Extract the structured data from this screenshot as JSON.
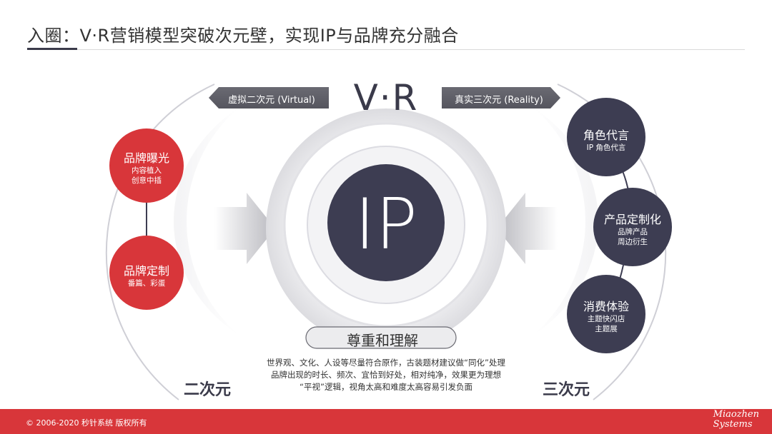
{
  "title": "入圈：V·R营销模型突破次元壁，实现IP与品牌充分融合",
  "center": {
    "vr": "V·R",
    "ip": "IP",
    "left_banner": "虚拟二次元 (Virtual)",
    "right_banner": "真实三次元 (Reality)"
  },
  "left_circles": [
    {
      "title": "品牌曝光",
      "lines": [
        "内容植入",
        "创意中插"
      ]
    },
    {
      "title": "品牌定制",
      "lines": [
        "番篇、彩蛋"
      ]
    }
  ],
  "right_circles": [
    {
      "title": "角色代言",
      "lines": [
        "IP 角色代言"
      ]
    },
    {
      "title": "产品定制化",
      "lines": [
        "品牌产品",
        "周边衍生"
      ]
    },
    {
      "title": "消费体验",
      "lines": [
        "主题快闪店",
        "主题展"
      ]
    }
  ],
  "respect": {
    "title": "尊重和理解",
    "lines": [
      "世界观、文化、人设等尽量符合原作，古装题材建议做“同化”处理",
      "品牌出现的时长、频次、宜恰到好处，相对纯净，效果更为理想",
      "“平视”逻辑，视角太高和难度太高容易引发负面"
    ]
  },
  "labels": {
    "left": "二次元",
    "right": "三次元"
  },
  "footer": {
    "copyright": "© 2006-2020 秒针系统 版权所有",
    "brand_line1": "Miaozhen",
    "brand_line2": "Systems"
  },
  "colors": {
    "red": "#d8363a",
    "dark": "#3d3d52",
    "footer": "#d8363a"
  }
}
